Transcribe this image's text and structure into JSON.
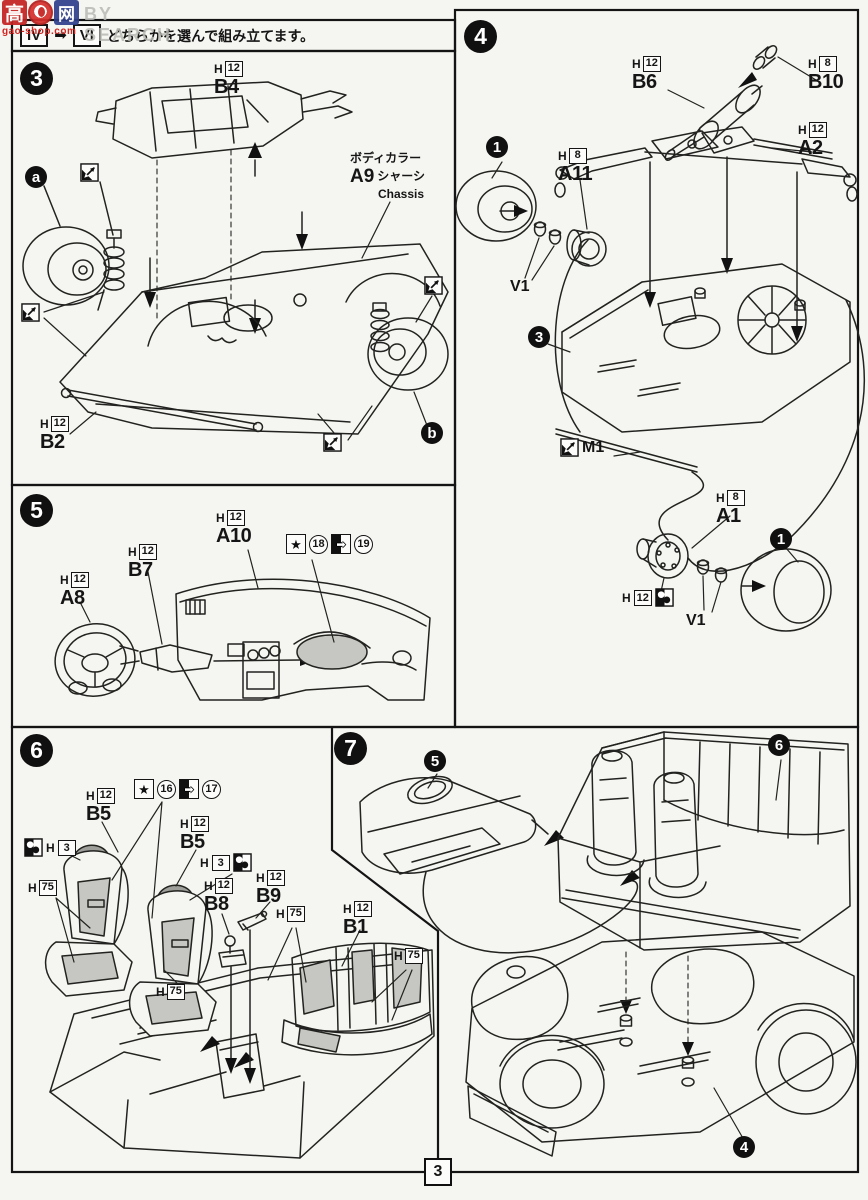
{
  "watermark": {
    "tile1": "高",
    "tile2": "网",
    "site": "gao-shop.com",
    "overlay": "BY SEARCH"
  },
  "header": {
    "option_left": "IV",
    "option_right": "VI",
    "arrow": "➡",
    "instruction": "どちらかを選んで組み立てます。"
  },
  "icons": {
    "star": "★",
    "bw_arrow": "➡"
  },
  "page_number": "3",
  "colors": {
    "ink": "#1d1d1b",
    "paper": "#f5f5f1",
    "shade": "#c6c6c2",
    "bolster": "#9e9e9a",
    "wm_red": "#c42220",
    "wm_blue": "#2f3e8c"
  },
  "s3": {
    "step": "3",
    "callout_a": "a",
    "callout_b": "b",
    "b4": {
      "h": "H",
      "num": "12",
      "code": "B4"
    },
    "b2": {
      "h": "H",
      "num": "12",
      "code": "B2"
    },
    "a9": {
      "body_color": "ボディカラー",
      "code": "A9",
      "chassis_jp": "シャーシ",
      "chassis_en": "Chassis"
    }
  },
  "s4": {
    "step": "4",
    "callout_wheel_front": "1",
    "callout_floor": "3",
    "callout_wheel_rear": "1",
    "b6": {
      "h": "H",
      "num": "12",
      "code": "B6"
    },
    "b10": {
      "h": "H",
      "num": "8",
      "code": "B10"
    },
    "a2": {
      "h": "H",
      "num": "12",
      "code": "A2"
    },
    "a11": {
      "h": "H",
      "num": "8",
      "code": "A11"
    },
    "a1": {
      "h": "H",
      "num": "8",
      "code": "A1"
    },
    "hub_paint": {
      "h": "H",
      "num": "12"
    },
    "v1_front": "V1",
    "v1_rear": "V1",
    "m1": "M1"
  },
  "s5": {
    "step": "5",
    "a10": {
      "h": "H",
      "num": "12",
      "code": "A10"
    },
    "b7": {
      "h": "H",
      "num": "12",
      "code": "B7"
    },
    "a8": {
      "h": "H",
      "num": "12",
      "code": "A8"
    },
    "decal_18": "18",
    "decal_19": "19"
  },
  "s6": {
    "step": "6",
    "decal_16": "16",
    "decal_17": "17",
    "b5_left": {
      "h": "H",
      "num": "12",
      "code": "B5"
    },
    "b5_right": {
      "h": "H",
      "num": "12",
      "code": "B5"
    },
    "h3_left": {
      "h": "H",
      "num": "3"
    },
    "h3_right": {
      "h": "H",
      "num": "3"
    },
    "h75_left": {
      "h": "H",
      "num": "75"
    },
    "h75_under": {
      "h": "H",
      "num": "75"
    },
    "h75_center": {
      "h": "H",
      "num": "75"
    },
    "h75_right": {
      "h": "H",
      "num": "75"
    },
    "b8": {
      "h": "H",
      "num": "12",
      "code": "B8"
    },
    "b9": {
      "h": "H",
      "num": "12",
      "code": "B9"
    },
    "b1": {
      "h": "H",
      "num": "12",
      "code": "B1"
    }
  },
  "s7": {
    "step": "7",
    "callout_dash": "5",
    "callout_tub": "6",
    "callout_chassis": "4"
  }
}
